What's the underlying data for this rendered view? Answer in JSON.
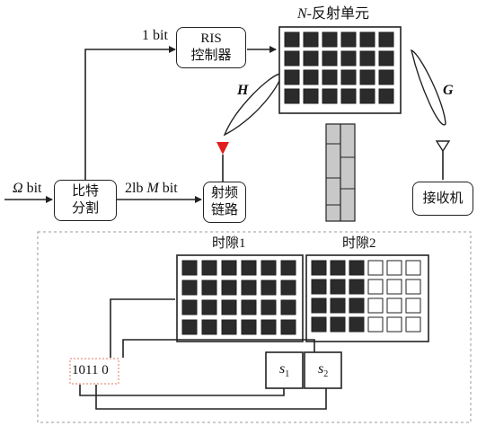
{
  "input_label_symbol": "Ω",
  "input_label_unit": " bit",
  "bit_to_ris": "1 bit",
  "bit_to_rf_prefix": "2lb ",
  "bit_to_rf_var": "M",
  "bit_to_rf_suffix": " bit",
  "splitter": {
    "line1": "比特",
    "line2": "分割"
  },
  "ris_controller": {
    "line1": "RIS",
    "line2": "控制器"
  },
  "rf_chain": {
    "line1": "射频",
    "line2": "链路"
  },
  "receiver": {
    "label": "接收机"
  },
  "ris_title_var": "N",
  "ris_title_rest": "-反射单元",
  "channel_h": "H",
  "channel_g": "G",
  "slot1": "时隙1",
  "slot2": "时隙2",
  "bit_sequence": [
    "10",
    "11",
    "0"
  ],
  "symbol_s1": {
    "base": "s",
    "sub": "1"
  },
  "symbol_s2": {
    "base": "s",
    "sub": "2"
  },
  "colors": {
    "element_on": "#2b2b2b",
    "element_off": "#ffffff",
    "line": "#222222",
    "antenna": "#e0201c",
    "ris_side": "#c8c8c8"
  }
}
